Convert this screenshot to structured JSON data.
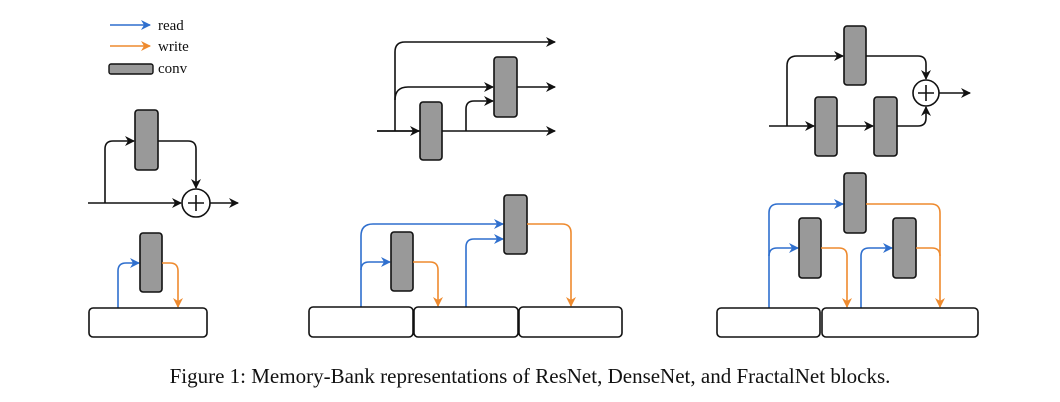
{
  "legend": {
    "read_label": "read",
    "write_label": "write",
    "conv_label": "conv"
  },
  "colors": {
    "read": "#2f6fce",
    "write": "#ee8a2e",
    "conv_fill": "#999999",
    "stroke": "#111111",
    "bank_fill": "#ffffff"
  },
  "panels": [
    {
      "name": "ResNet",
      "conv_count_top": 1,
      "conv_count_bottom": 1,
      "memory_banks": 1
    },
    {
      "name": "DenseNet",
      "conv_count_top": 2,
      "conv_count_bottom": 2,
      "memory_banks": 3
    },
    {
      "name": "FractalNet",
      "conv_count_top": 3,
      "conv_count_bottom": 3,
      "memory_banks": 2
    }
  ],
  "caption": "Figure 1: Memory-Bank representations of ResNet, DenseNet, and FractalNet blocks."
}
